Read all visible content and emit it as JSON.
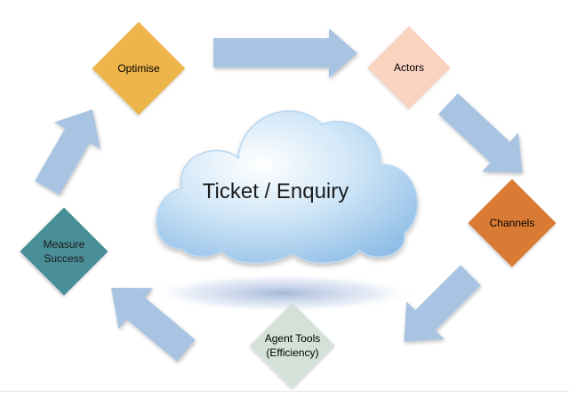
{
  "center": {
    "label": "Ticket / Enquiry"
  },
  "nodes": {
    "optimise": {
      "label": "Optimise",
      "color": "#eeb54a"
    },
    "actors": {
      "label": "Actors",
      "color": "#f9d2c0"
    },
    "channels": {
      "label": "Channels",
      "color": "#d97b34"
    },
    "agent_tools": {
      "label_line1": "Agent Tools",
      "label_line2": "(Efficiency)",
      "color": "#d3e1d8"
    },
    "measure_success": {
      "label_line1": "Measure",
      "label_line2": "Success",
      "color": "#4a8e97"
    }
  },
  "colors": {
    "arrow": "#a9c4e2",
    "cloud_light": "#ffffff",
    "cloud_mid": "#d3e8f8",
    "cloud_dark": "#9cc8ec"
  }
}
